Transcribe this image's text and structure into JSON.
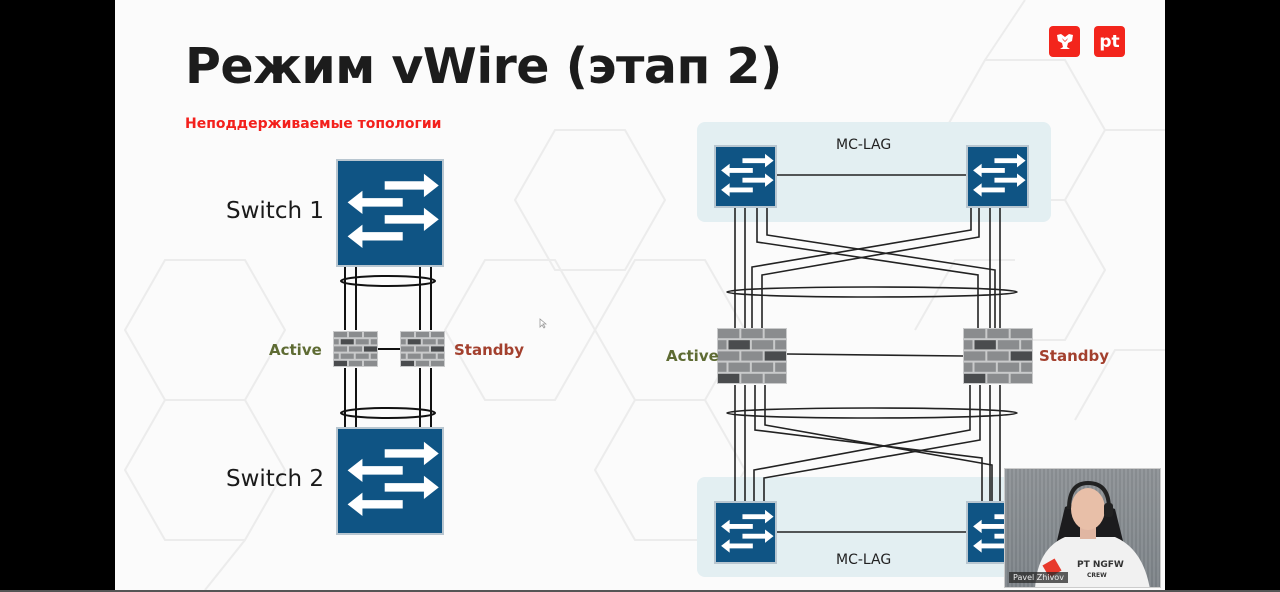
{
  "slide": {
    "title": "Режим vWire (этап 2)",
    "subtitle": "Неподдерживаемые топологии",
    "logos": [
      {
        "name": "pt-shield-logo",
        "icon": "shield-icon"
      },
      {
        "name": "pt-text-logo",
        "text": "pt"
      }
    ],
    "colors": {
      "accent_red": "#f3201c",
      "switch_blue": "#0f5484",
      "active_green": "#5e6b33",
      "standby_red": "#a3402e",
      "mclag_bg": "#e3eff2",
      "firewall_gray": "#8a8c8e"
    }
  },
  "left_diagram": {
    "switch_top_label": "Switch 1",
    "switch_bottom_label": "Switch 2",
    "active_label": "Active",
    "standby_label": "Standby"
  },
  "right_diagram": {
    "mclag_top_label": "MC-LAG",
    "mclag_bottom_label": "MC-LAG",
    "active_label": "Active",
    "standby_label": "Standby"
  },
  "webcam": {
    "presenter_name": "Pavel Zhivov",
    "shirt_text_line1": "PT NGFW",
    "shirt_text_line2": "CREW"
  }
}
